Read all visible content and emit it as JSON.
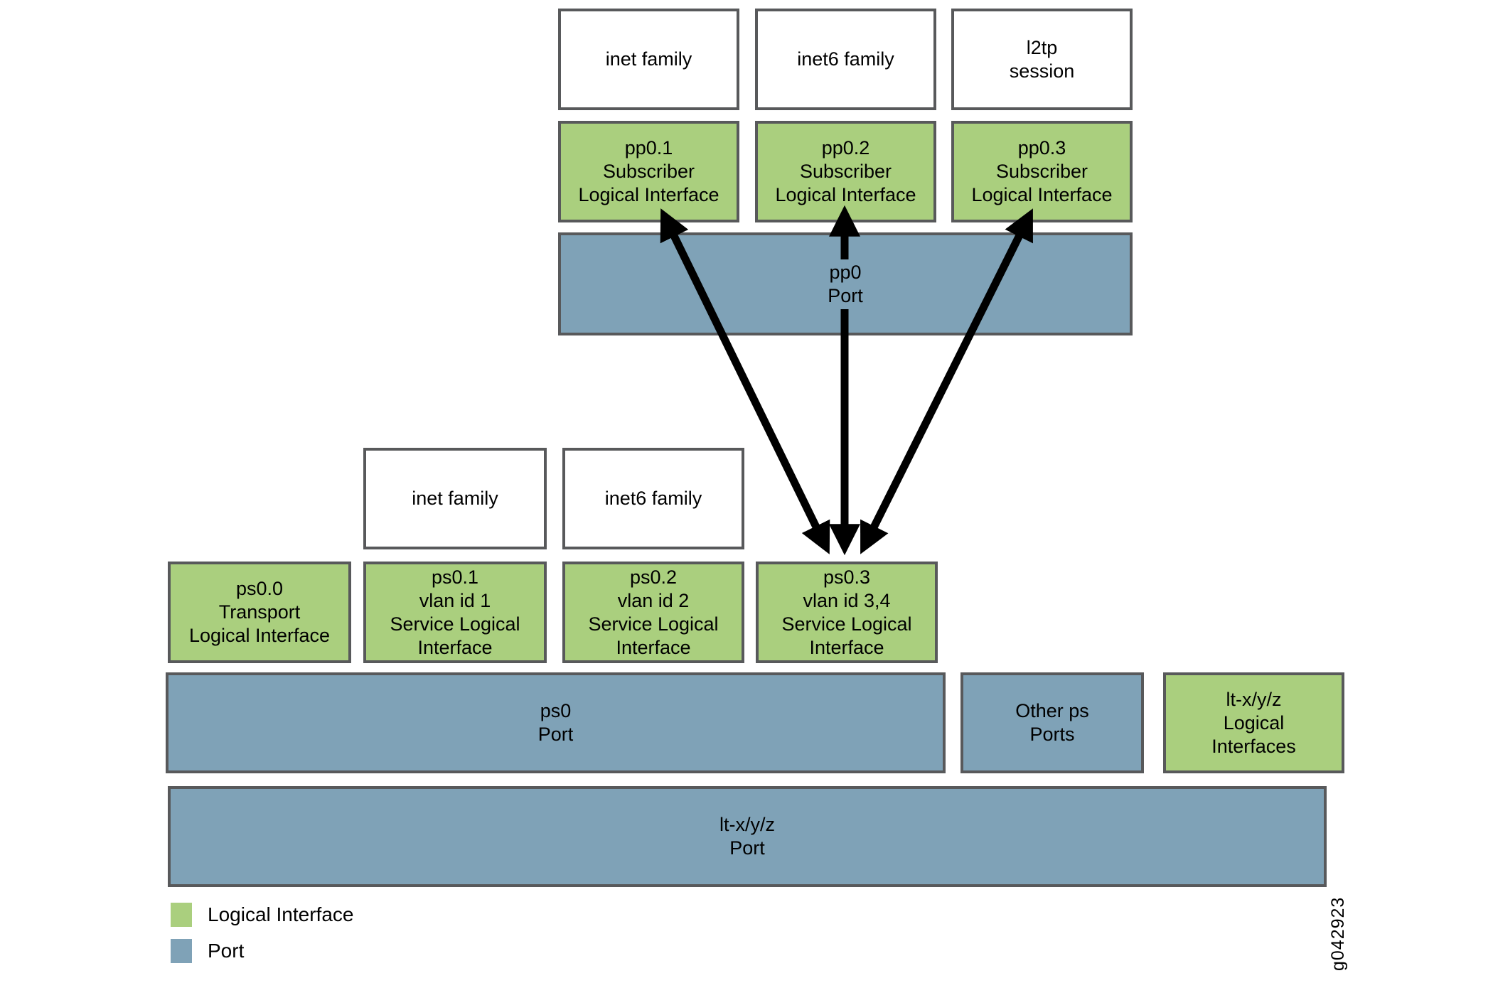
{
  "palette": {
    "logical_interface_green": "#aacf7e",
    "port_blue": "#7fa2b7",
    "box_border_gray": "#58595b",
    "arrow_black": "#000000",
    "background_white": "#ffffff"
  },
  "top_section": {
    "family_boxes": [
      {
        "label": "inet family"
      },
      {
        "label": "inet6 family"
      },
      {
        "label": "l2tp\nsession"
      }
    ],
    "subscriber_boxes": [
      {
        "label": "pp0.1\nSubscriber\nLogical Interface"
      },
      {
        "label": "pp0.2\nSubscriber\nLogical Interface"
      },
      {
        "label": "pp0.3\nSubscriber\nLogical Interface"
      }
    ],
    "port_box": {
      "label": "pp0\nPort"
    }
  },
  "bottom_section": {
    "family_boxes": [
      {
        "label": "inet family"
      },
      {
        "label": "inet6 family"
      }
    ],
    "logical_boxes": [
      {
        "label": "ps0.0\nTransport\nLogical Interface"
      },
      {
        "label": "ps0.1\nvlan id 1\nService Logical\nInterface"
      },
      {
        "label": "ps0.2\nvlan id 2\nService Logical\nInterface"
      },
      {
        "label": "ps0.3\nvlan id 3,4\nService Logical\nInterface"
      }
    ],
    "ps0_port_box": {
      "label": "ps0\nPort"
    },
    "other_ps_box": {
      "label": "Other ps\nPorts"
    },
    "lt_logical_box": {
      "label": "lt-x/y/z\nLogical\nInterfaces"
    },
    "lt_port_box": {
      "label": "lt-x/y/z\nPort"
    }
  },
  "connections": [
    {
      "from": "ps0.3",
      "to": "pp0.1",
      "bidirectional": true
    },
    {
      "from": "ps0.3",
      "to": "pp0.2",
      "bidirectional": true
    },
    {
      "from": "ps0.3",
      "to": "pp0.3",
      "bidirectional": true
    }
  ],
  "legend": {
    "items": [
      {
        "label": "Logical Interface",
        "swatch_color": "#aacf7e"
      },
      {
        "label": "Port",
        "swatch_color": "#7fa2b7"
      }
    ]
  },
  "figure_id": "g042923"
}
